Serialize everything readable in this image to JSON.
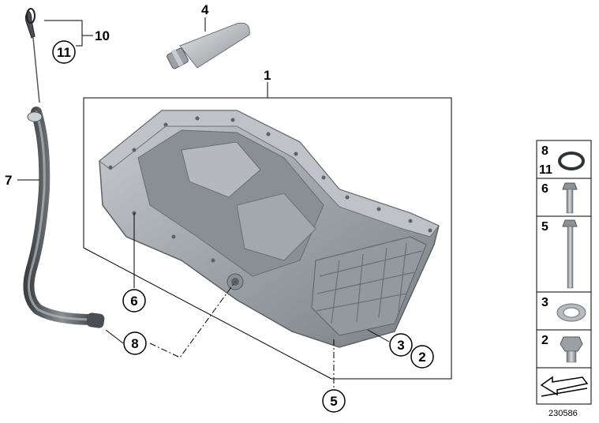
{
  "diagram_id": "230586",
  "callouts": {
    "c1": "1",
    "c2": "2",
    "c3": "3",
    "c4": "4",
    "c5": "5",
    "c6": "6",
    "c7": "7",
    "c8": "8",
    "c10": "10",
    "c11": "11"
  },
  "legend": {
    "r1a": "8",
    "r1b": "11",
    "r2": "6",
    "r3": "5",
    "r4": "3",
    "r5": "2"
  },
  "colors": {
    "pan_dark": "#7f8489",
    "pan_mid": "#a6abb0",
    "pan_light": "#d6d9dc",
    "hose": "#555a5e",
    "line": "#000000"
  }
}
